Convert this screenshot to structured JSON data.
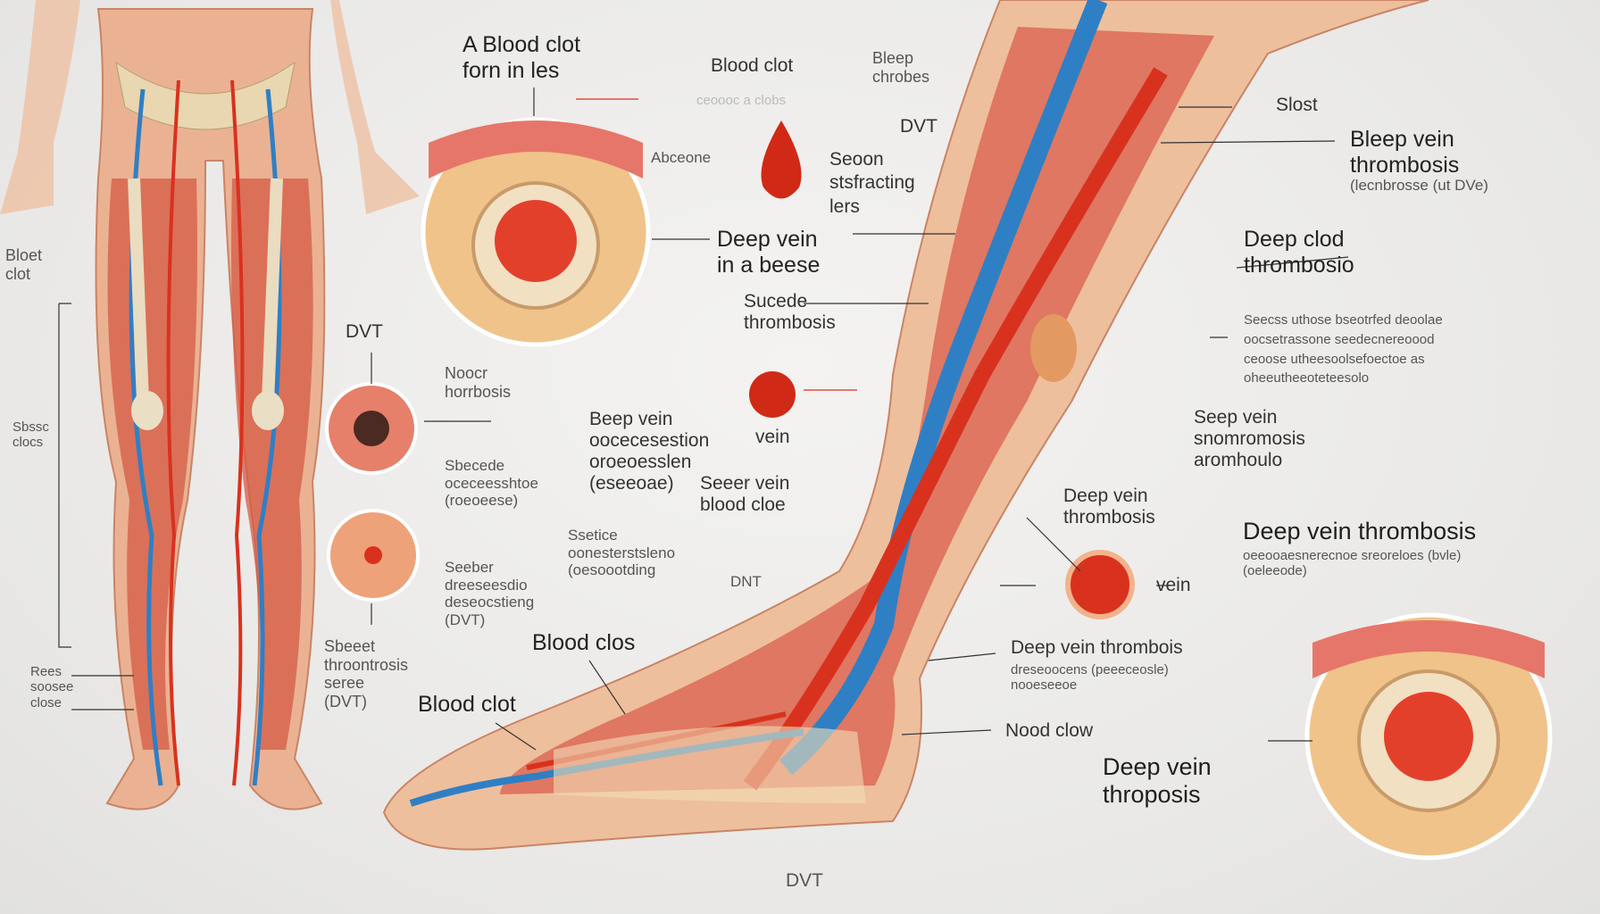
{
  "title": "Deep vein thrombosis illustration",
  "colors": {
    "vein": "#2f7fc4",
    "artery": "#d8321e",
    "skin": "#f2c3a2",
    "muscle": "#d9584a",
    "background": "#ecebe9"
  },
  "labels": {
    "top_title": "A Blood clot\nforn in les",
    "blood_clot_top": "Blood clot",
    "bleep_chrobes": "Bleep\nchrobes",
    "faint_top": "ceoooc a clobs",
    "dvt_top": "DVT",
    "slost": "Slost",
    "bleep_vein": "Bleep vein\nthrombosis",
    "bleep_vein_sub": "(lecnbrosse (ut DVe)",
    "abceone": "Abceone",
    "seoon": "Seoon\nstsfracting\nlers",
    "deep_vein_in": "Deep vein\nin a beese",
    "deep_clod": "Deep clod\nthrombosio",
    "bloet_clot": "Bloet\nclot",
    "sucede": "Sucede\nthrombosis",
    "dvt_left": "DVT",
    "noocr": "Noocr\nhorrbosis",
    "right_para": "Seecss uthose bseotrfed deoolae\noocsetrassone seedecnereoood\nceoose utheesoolsefoectoe as\noheeutheeoteteesolo",
    "sbssc_clocs": "Sbssc\nclocs",
    "beep_vein": "Beep vein\noocecesestion\noroeoesslen\n(eseeoae)",
    "vein_mid": "vein",
    "seep_vein": "Seep vein\nsnomromosis\naromhoulo",
    "seeer_vein": "Seeer vein\nblood cloe",
    "deep_vein_thrombosis_mid": "Deep vein\nthrombosis",
    "dvt_heading": "Deep vein thrombosis",
    "dvt_heading_sub": "oeeooaesnerecnoe sreoreloes (bvle)\n(oeleeode)",
    "sbecede": "Sbecede\noceceesshtoe\n(roeoeese)",
    "ssetice": "Ssetice\noonesterstsleno\n(oesoootding",
    "dnt": "DNT",
    "vein_right": "vein",
    "seeber": "Seeber\ndreeseesdio\ndeseocstieng\n(DVT)",
    "blood_clos": "Blood clos",
    "deep_vein_thrombois": "Deep vein thrombois",
    "deep_vein_thrombois_sub": "dreseoocens (peeeceosle)\nnooeseeoe",
    "rees_close": "Rees\nsoosee\nclose",
    "sbeeet": "Sbeeet\nthroontrosis\nseree\n(DVT)",
    "blood_clot_foot": "Blood clot",
    "nood_clow": "Nood clow",
    "deep_vein_throposis": "Deep vein\nthroposis",
    "dvt_bottom": "DVT"
  }
}
